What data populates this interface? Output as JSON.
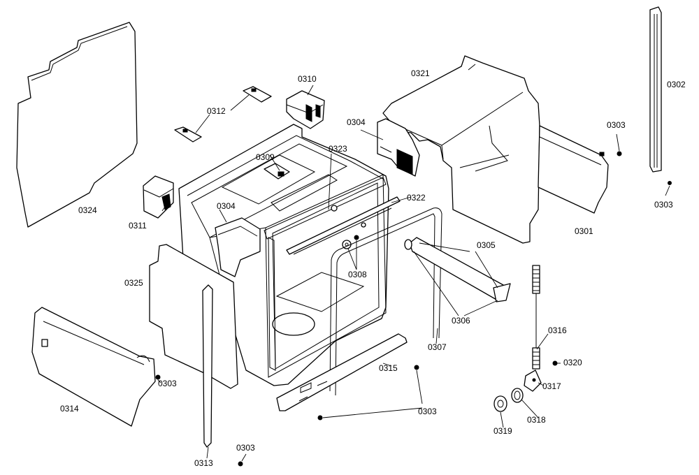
{
  "labels": {
    "p0324": "0324",
    "p0312": "0312",
    "p0310": "0310",
    "p0321": "0321",
    "p0304a": "0304",
    "p0323": "0323",
    "p0309": "0309",
    "p0322": "0322",
    "p0304b": "0304",
    "p0311": "0311",
    "p0308": "0308",
    "p0325": "0325",
    "p0305": "0305",
    "p0306": "0306",
    "p0307": "0307",
    "p0302": "0302",
    "p0303a": "0303",
    "p0303b": "0303",
    "p0301": "0301",
    "p0316": "0316",
    "p0320": "0320",
    "p0317": "0317",
    "p0318": "0318",
    "p0319": "0319",
    "p0315": "0315",
    "p0303c": "0303",
    "p0303d": "0303",
    "p0303e": "0303",
    "p0314": "0314",
    "p0313": "0313"
  }
}
